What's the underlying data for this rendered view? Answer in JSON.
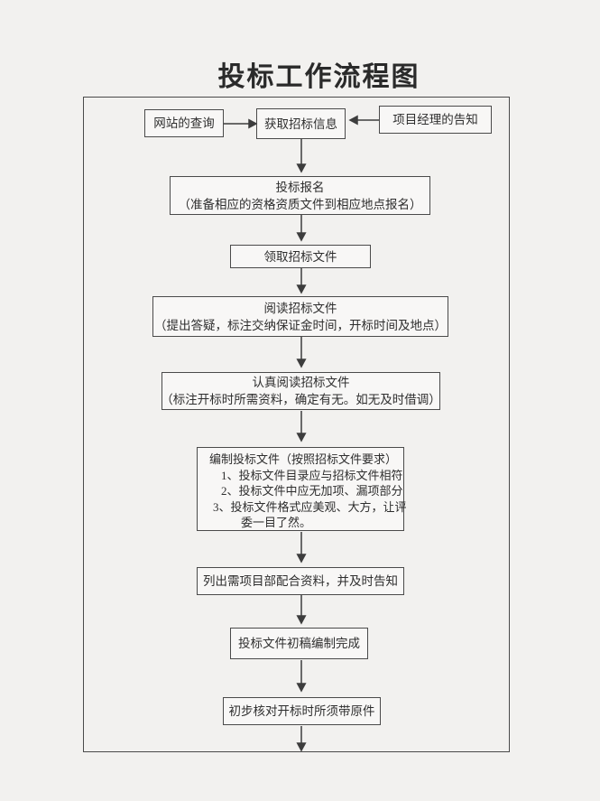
{
  "title": "投标工作流程图",
  "colors": {
    "background": "#f2f1ef",
    "box_border": "#4a4a4a",
    "text": "#2e2e2e",
    "arrow": "#3d3d3d"
  },
  "nodes": {
    "website_query": {
      "label": "网站的查询"
    },
    "get_bid_info": {
      "label": "获取招标信息"
    },
    "pm_notice": {
      "label": "项目经理的告知"
    },
    "bid_registration": {
      "title": "投标报名",
      "note": "（准备相应的资格资质文件到相应地点报名）"
    },
    "collect_documents": {
      "label": "领取招标文件"
    },
    "read_documents": {
      "title": "阅读招标文件",
      "note": "（提出答疑，标注交纳保证金时间，开标时间及地点）"
    },
    "careful_read": {
      "title": "认真阅读招标文件",
      "note": "（标注开标时所需资料，确定有无。如无及时借调）"
    },
    "prepare_bid": {
      "lines": [
        "编制投标文件（按照招标文件要求）",
        "1、投标文件目录应与招标文件相符",
        "2、投标文件中应无加项、漏项部分",
        "3、投标文件格式应美观、大方，让评",
        "委一目了然。"
      ]
    },
    "list_materials": {
      "label": "列出需项目部配合资料，并及时告知"
    },
    "draft_complete": {
      "label": "投标文件初稿编制完成"
    },
    "check_originals": {
      "label": "初步核对开标时所须带原件"
    }
  }
}
